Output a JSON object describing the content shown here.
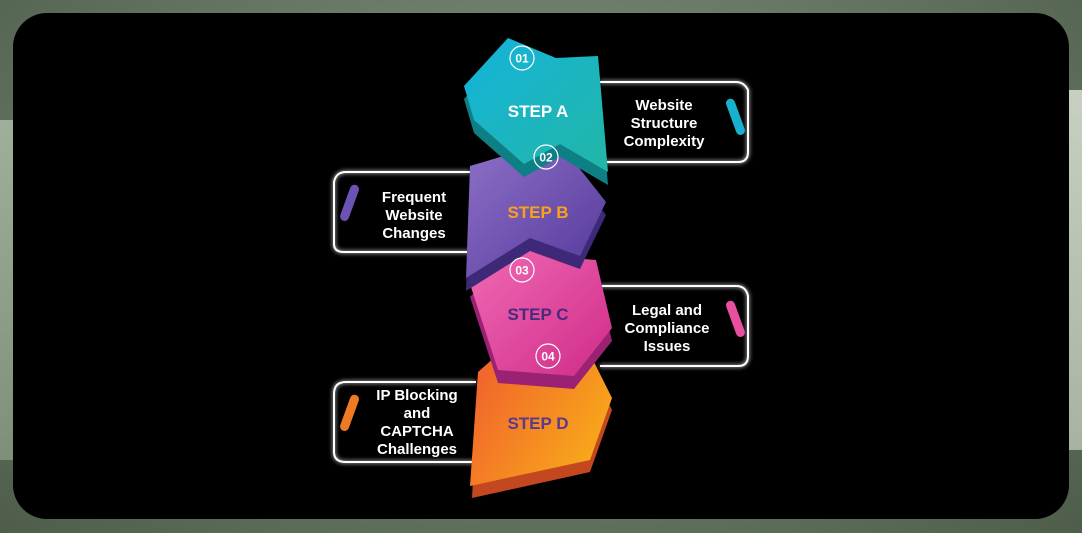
{
  "steps": [
    {
      "number": "01",
      "title": "STEP A",
      "label_lines": [
        "Website",
        "Structure",
        "Complexity"
      ],
      "title_color": "#ffffff",
      "colors": [
        "#16b3d6",
        "#1fb8ad"
      ],
      "accent": "#19b0d0"
    },
    {
      "number": "02",
      "title": "STEP B",
      "label_lines": [
        "Frequent",
        "Website",
        "Changes"
      ],
      "title_color": "#f7a21b",
      "colors": [
        "#8a6cc4",
        "#5a3f9c"
      ],
      "accent": "#6b52b3"
    },
    {
      "number": "03",
      "title": "STEP C",
      "label_lines": [
        "Legal and",
        "Compliance",
        "Issues"
      ],
      "title_color": "#4a2a7a",
      "colors": [
        "#f062b0",
        "#d12f8c"
      ],
      "accent": "#e8509f"
    },
    {
      "number": "04",
      "title": "STEP D",
      "label_lines": [
        "IP Blocking",
        "and",
        "CAPTCHA",
        "Challenges"
      ],
      "title_color": "#5a3a8a",
      "colors": [
        "#f26a2e",
        "#f7a51a"
      ],
      "accent": "#f07a24"
    }
  ]
}
